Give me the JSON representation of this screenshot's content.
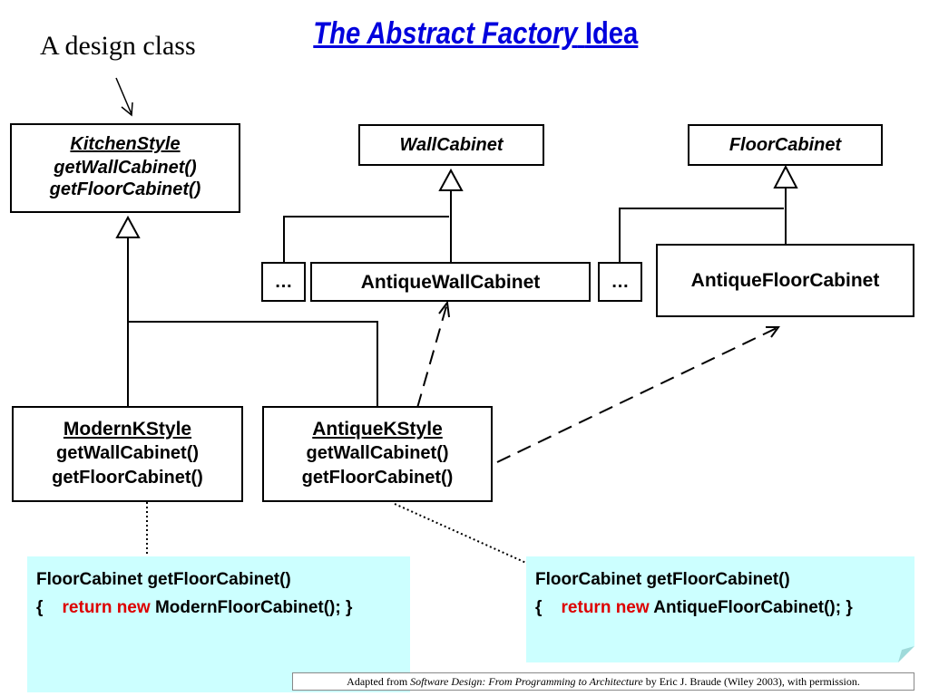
{
  "title": {
    "italic_part": "The Abstract Factory",
    "plain_part": "Idea"
  },
  "callout": "A design class",
  "classes": {
    "kitchen_style": {
      "name": "KitchenStyle",
      "methods": [
        "getWallCabinet()",
        "getFloorCabinet()"
      ]
    },
    "wall_cabinet": {
      "name": "WallCabinet"
    },
    "floor_cabinet": {
      "name": "FloorCabinet"
    },
    "ellipsis_wall": {
      "name": "…"
    },
    "antique_wall_cabinet": {
      "name": "AntiqueWallCabinet"
    },
    "ellipsis_floor": {
      "name": "…"
    },
    "antique_floor_cabinet": {
      "name": "AntiqueFloorCabinet"
    },
    "modern_kstyle": {
      "name": "ModernKStyle",
      "methods": [
        "getWallCabinet()",
        "getFloorCabinet()"
      ]
    },
    "antique_kstyle": {
      "name": "AntiqueKStyle",
      "methods": [
        "getWallCabinet()",
        "getFloorCabinet()"
      ]
    }
  },
  "notes": {
    "modern": {
      "line1": "FloorCabinet getFloorCabinet()",
      "brace": "{",
      "kw": "return new",
      "rest": "ModernFloorCabinet(); }"
    },
    "antique": {
      "line1": "FloorCabinet getFloorCabinet()",
      "brace": "{",
      "kw": "return new",
      "rest": "AntiqueFloorCabinet(); }"
    }
  },
  "credit": {
    "prefix": "Adapted from",
    "book": "Software Design: From Programming to Architecture",
    "suffix": "by Eric J. Braude (Wiley 2003), with permission."
  },
  "colors": {
    "title": "#0000dd",
    "keyword": "#dd0000",
    "note_bg": "#ccffff"
  }
}
